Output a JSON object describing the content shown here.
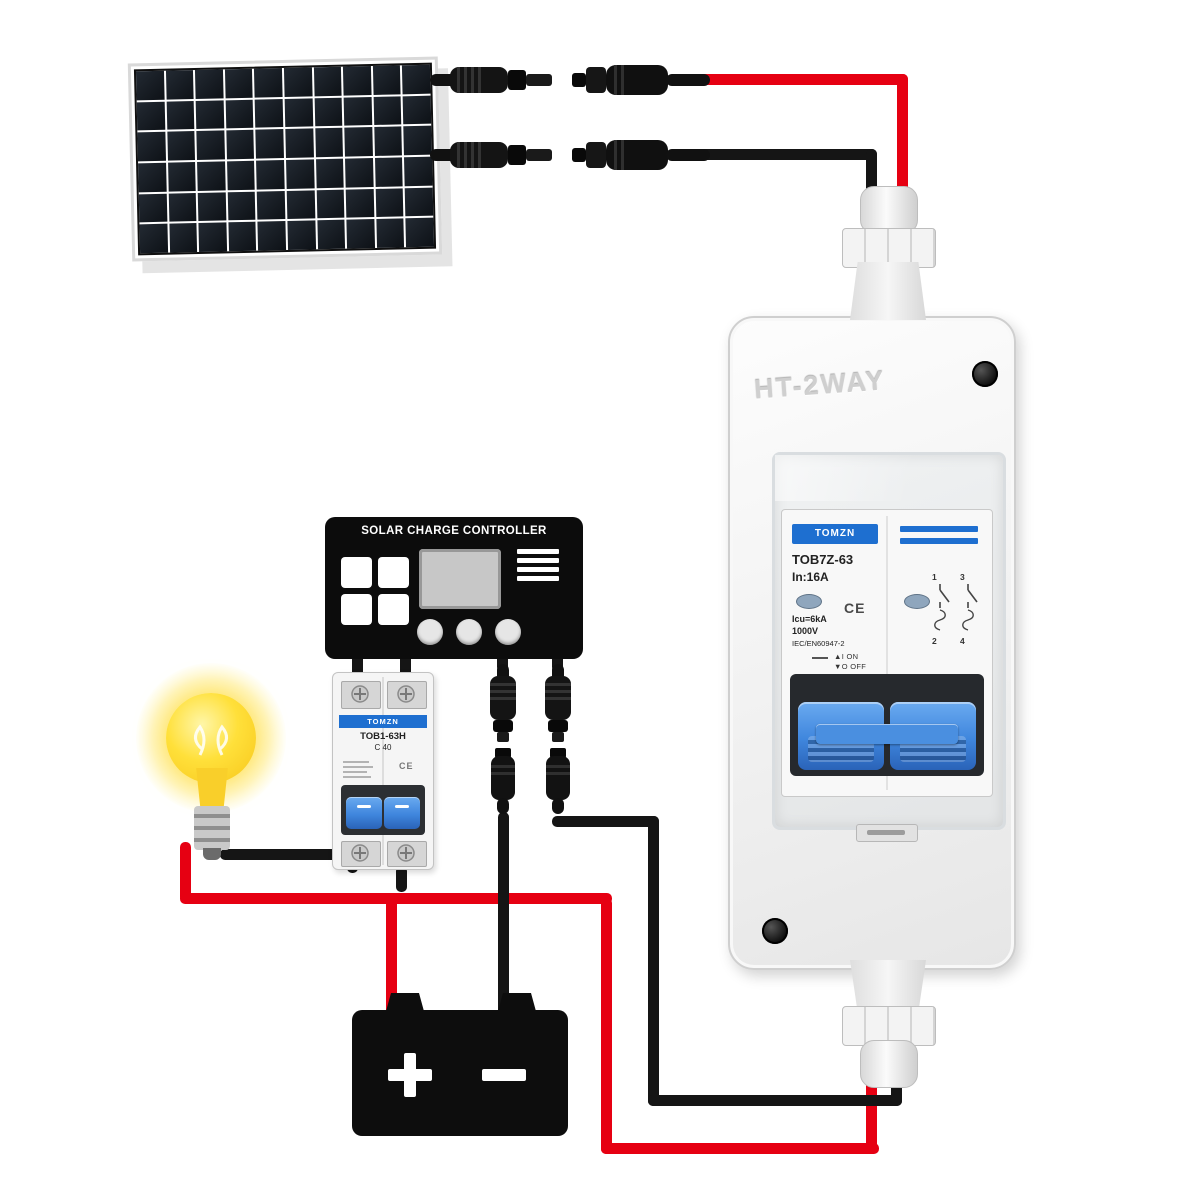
{
  "panel": {
    "rows": 6,
    "cols": 10
  },
  "controller": {
    "title": "SOLAR CHARGE CONTROLLER"
  },
  "load_breaker": {
    "brand": "TOMZN",
    "model": "TOB1-63H",
    "rating": "C 40",
    "cert": "CE"
  },
  "enclosure": {
    "label": "HT-2WAY"
  },
  "din_breaker": {
    "brand": "TOMZN",
    "model": "TOB7Z-63",
    "current": "In:16A",
    "breaking_capacity": "Icu=6kA",
    "voltage": "1000V",
    "standard": "IEC/EN60947-2",
    "cert": "CE",
    "on_label": "▲I ON",
    "off_label": "▼O OFF",
    "poles": {
      "tl": "1",
      "tr": "3",
      "bl": "2",
      "br": "4"
    }
  },
  "colors": {
    "wire_red": "#e60012",
    "wire_black": "#151515",
    "handle_blue": "#3f86dd",
    "brand_blue": "#1e6fd0"
  }
}
